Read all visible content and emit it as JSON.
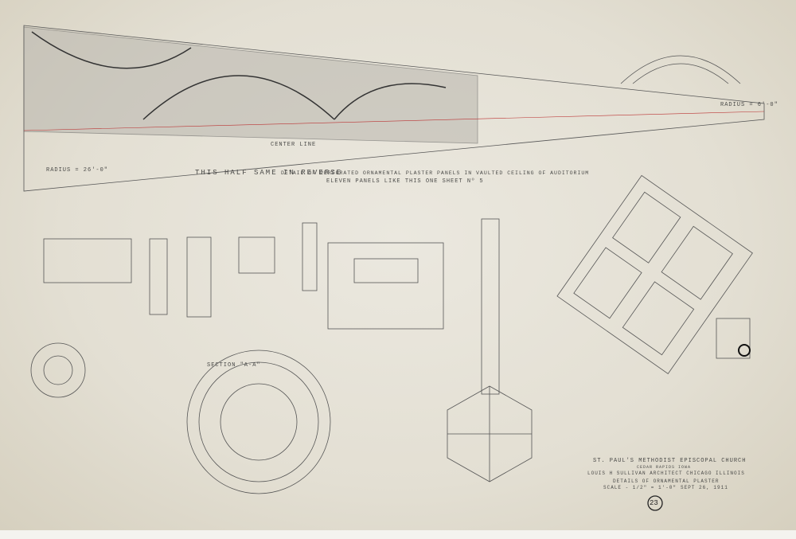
{
  "drawing": {
    "main_title": "DETAIL OF PERFORATED ORNAMENTAL PLASTER PANELS IN VAULTED CEILING OF AUDITORIUM",
    "subtitle": "ELEVEN PANELS LIKE THIS    ONE SHEET Nº 5",
    "center_line": "CENTER LINE",
    "reverse_note": "THIS HALF SAME IN REVERSE",
    "radius_left": "RADIUS = 26'-0\"",
    "radius_right": "RADIUS = 6'-0\"",
    "section_a": "SECTION \"A-A\""
  },
  "title_block": {
    "church": "ST. PAUL'S METHODIST EPISCOPAL CHURCH",
    "location": "CEDAR RAPIDS IOWA",
    "architect": "LOUIS H SULLIVAN ARCHITECT    CHICAGO ILLINOIS",
    "sheet_title": "DETAILS OF ORNAMENTAL PLASTER",
    "scale": "SCALE - 1/2\" = 1'-0\"",
    "date": "SEPT 26, 1911",
    "sheet_number": "23"
  }
}
